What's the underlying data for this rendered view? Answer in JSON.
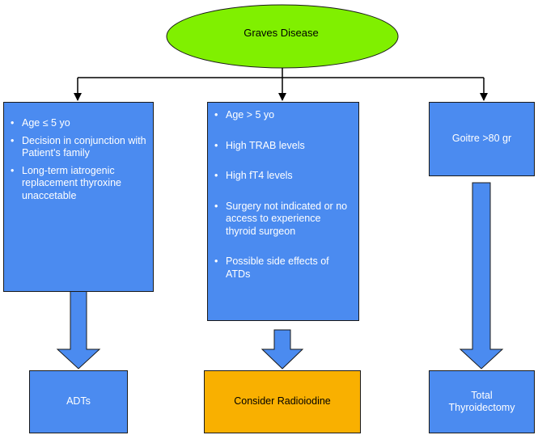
{
  "root": {
    "label": "Graves Disease"
  },
  "left": {
    "items": [
      "Age ≤ 5 yo",
      "Decision in conjunction with Patient’s family",
      "Long-term iatrogenic replacement thyroxine unaccetable"
    ],
    "outcome": "ADTs"
  },
  "middle": {
    "items": [
      "Age > 5 yo",
      "High TRAB levels",
      "High fT4 levels",
      "Surgery not indicated or no access to experience thyroid surgeon",
      "Possible side effects of ATDs"
    ],
    "outcome": "Consider Radioiodine"
  },
  "right": {
    "criterion": "Goitre >80 gr",
    "outcome_line1": "Total",
    "outcome_line2": "Thyroidectomy"
  },
  "colors": {
    "oval": "#80f000",
    "box": "#4b8bf0",
    "highlight": "#f9b000"
  }
}
